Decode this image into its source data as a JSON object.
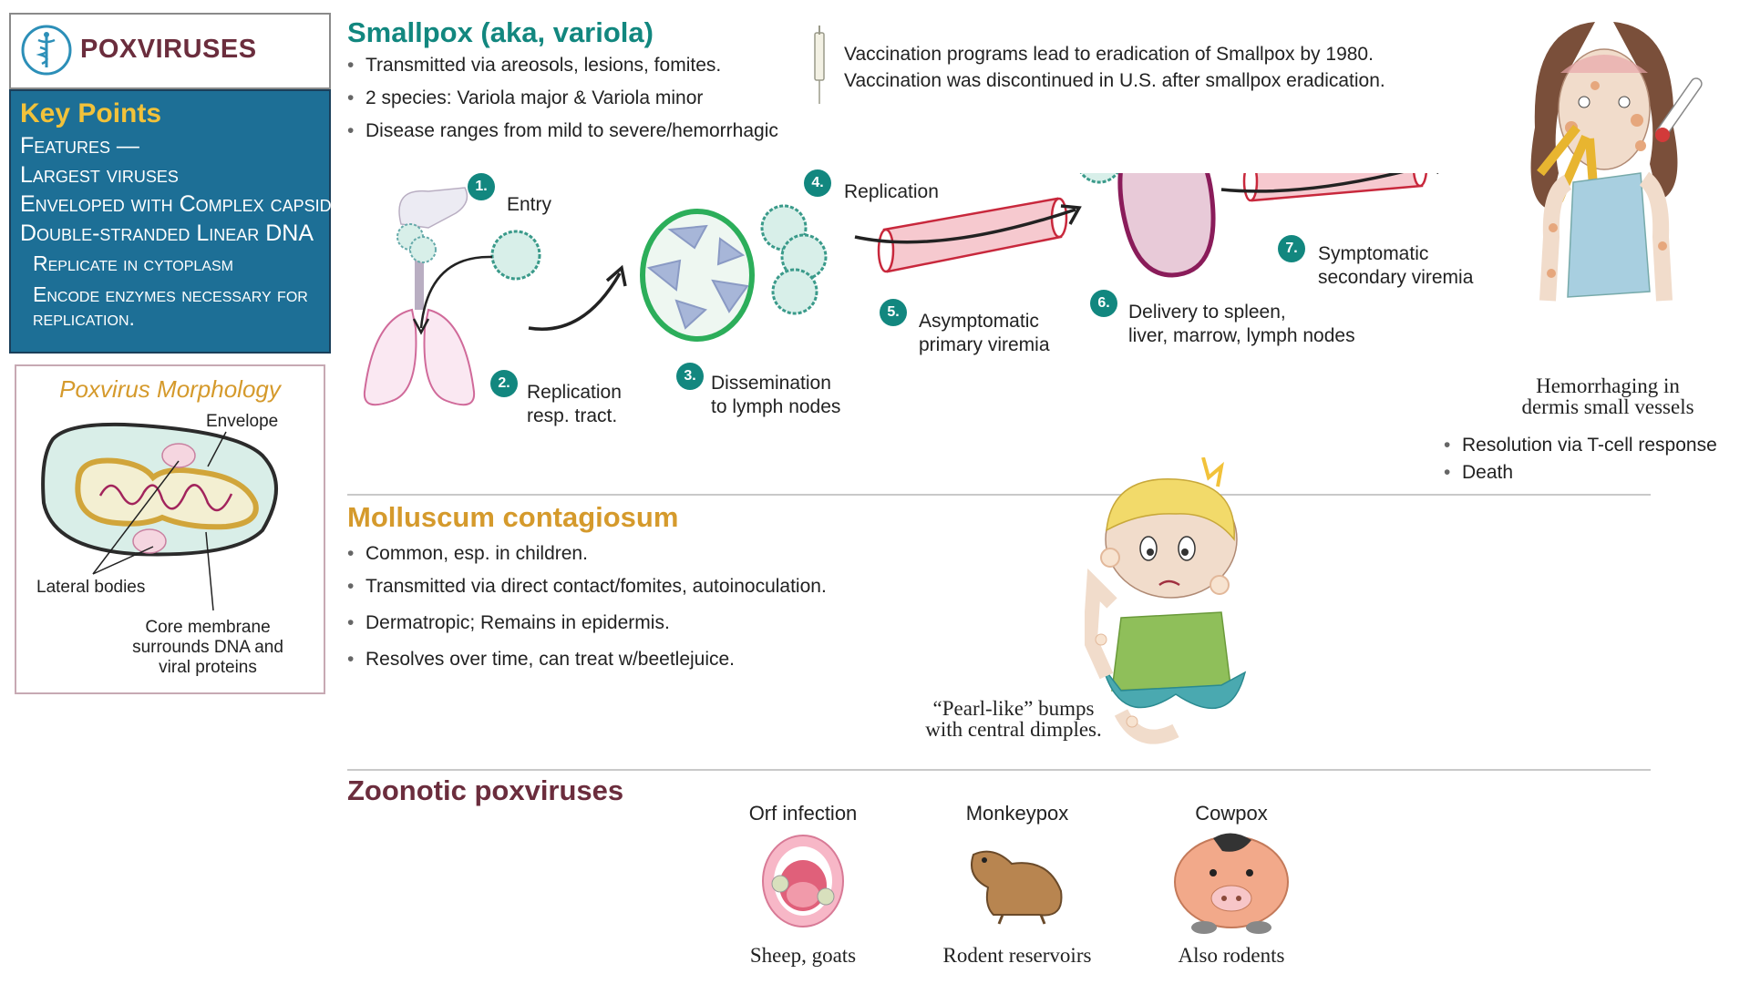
{
  "header": {
    "title": "POXVIRUSES"
  },
  "key_points": {
    "title": "Key Points",
    "lines": [
      "Features —",
      "Largest viruses",
      "Enveloped with Complex capsid",
      "Double-stranded Linear DNA",
      "Replicate in cytoplasm",
      "Encode enzymes necessary for",
      "replication."
    ]
  },
  "morphology": {
    "title": "Poxvirus Morphology",
    "labels": {
      "envelope": "Envelope",
      "lateral_bodies": "Lateral bodies",
      "core_1": "Core membrane",
      "core_2": "surrounds DNA and",
      "core_3": "viral proteins"
    }
  },
  "smallpox": {
    "title": "Smallpox (aka, variola)",
    "bullets": [
      "Transmitted via areosols, lesions, fomites.",
      "2 species: Variola major & Variola minor",
      "Disease ranges from mild to severe/hemorrhagic"
    ],
    "vaccination": [
      "Vaccination programs lead to eradication of Smallpox by 1980.",
      "Vaccination was discontinued in U.S. after smallpox eradication."
    ],
    "steps": [
      {
        "num": "1.",
        "line1": "Entry",
        "line2": ""
      },
      {
        "num": "2.",
        "line1": "Replication",
        "line2": "resp. tract."
      },
      {
        "num": "3.",
        "line1": "Dissemination",
        "line2": "to lymph nodes"
      },
      {
        "num": "4.",
        "line1": "Replication",
        "line2": ""
      },
      {
        "num": "5.",
        "line1": "Asymptomatic",
        "line2": "primary viremia"
      },
      {
        "num": "6.",
        "line1": "Delivery to spleen,",
        "line2": "liver, marrow, lymph nodes"
      },
      {
        "num": "7.",
        "line1": "Symptomatic",
        "line2": "secondary viremia"
      }
    ],
    "hemorrhage_caption": [
      "Hemorrhaging in",
      "dermis small vessels"
    ],
    "outcomes": [
      "Resolution via T-cell response",
      "Death"
    ]
  },
  "molluscum": {
    "title": "Molluscum contagiosum",
    "bullets": [
      "Common, esp. in children.",
      "Transmitted via direct contact/fomites, autoinoculation.",
      "Dermatropic; Remains in epidermis.",
      "Resolves over time, can treat w/beetlejuice."
    ],
    "caption": [
      "“Pearl-like” bumps",
      "with central dimples."
    ]
  },
  "zoonotic": {
    "title": "Zoonotic poxviruses",
    "items": [
      {
        "name": "Orf infection",
        "host": "Sheep, goats"
      },
      {
        "name": "Monkeypox",
        "host": "Rodent reservoirs"
      },
      {
        "name": "Cowpox",
        "host": "Also rodents"
      }
    ]
  },
  "colors": {
    "teal": "#12877f",
    "gold": "#d59a2c",
    "maroon": "#6b2d3d",
    "blue": "#1d6f96"
  }
}
